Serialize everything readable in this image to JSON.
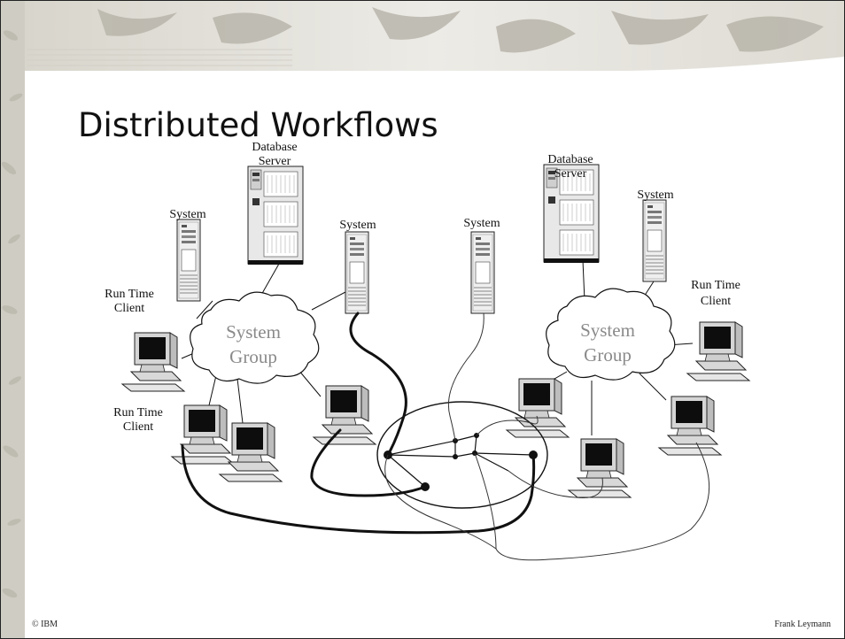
{
  "slide": {
    "title": "Distributed Workflows",
    "footer_left": "© IBM",
    "footer_right": "Frank Leymann"
  },
  "diagram": {
    "left": {
      "db_server_label": [
        "Database",
        "Server"
      ],
      "system_label_1": "System",
      "system_label_2": "System",
      "cloud_label": [
        "System",
        "Group"
      ],
      "runtime_label_1": [
        "Run Time",
        "Client"
      ],
      "runtime_label_2": [
        "Run Time",
        "Client"
      ]
    },
    "right": {
      "db_server_label": [
        "Database",
        "Server"
      ],
      "system_label_1": "System",
      "system_label_2": "System",
      "cloud_label": [
        "System",
        "Group"
      ],
      "runtime_label": [
        "Run Time",
        "Client"
      ]
    }
  },
  "colors": {
    "background_border": "#c9c6bd",
    "cloud_text": "#8a8a8a",
    "line": "#111111"
  }
}
